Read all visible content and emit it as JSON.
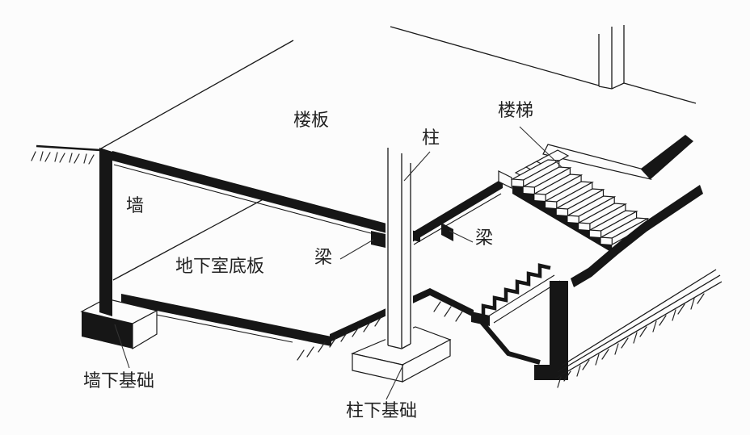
{
  "diagram": {
    "type": "axonometric-building-structure-section",
    "background": "#fcfcfc",
    "ink": "#161616",
    "labels": {
      "floor_slab": "楼板",
      "stairs": "楼梯",
      "column": "柱",
      "wall": "墙",
      "beam_left": "梁",
      "beam_right": "梁",
      "basement_slab": "地下室底板",
      "wall_footing": "墙下基础",
      "column_footing": "柱下基础"
    }
  }
}
